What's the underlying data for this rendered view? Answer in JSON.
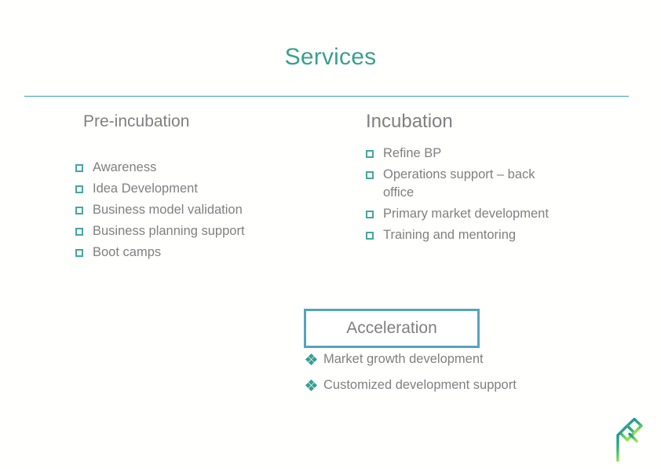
{
  "slide": {
    "title": "Services",
    "columns": [
      {
        "heading": "Pre-incubation",
        "bullet_glyph": "hollow-square",
        "items": [
          "Awareness",
          "Idea Development",
          "Business model validation",
          "Business planning support",
          "Boot camps"
        ]
      },
      {
        "heading": "Incubation",
        "bullet_glyph": "hollow-square",
        "items": [
          "Refine BP",
          "Operations support – back office",
          "Primary market development",
          "Training and mentoring"
        ]
      }
    ],
    "acceleration": {
      "label": "Acceleration",
      "bullet_glyph": "four-diamond",
      "items": [
        "Market growth development",
        "Customized development support"
      ]
    },
    "logo": {
      "name": "company-logo"
    },
    "colors": {
      "title": "#3aa08e",
      "rule": "#3f9fbb",
      "text": "#808080",
      "bullet": "#45a79b",
      "accel_border": "#57a3bd",
      "background": "#fffffd"
    }
  }
}
